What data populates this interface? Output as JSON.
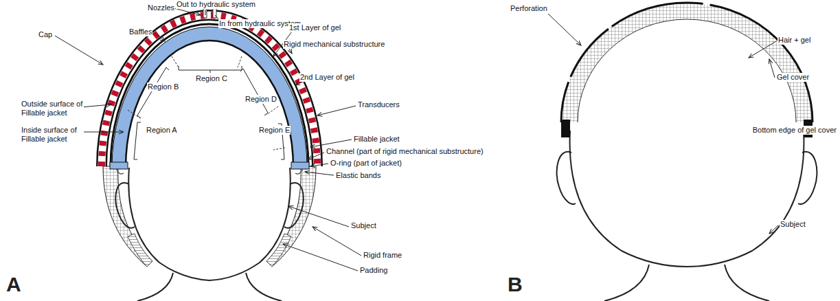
{
  "diagram": {
    "labels": [
      "Out to hydraulic system",
      "In from hydraulic system",
      "Nozzles",
      "Baffles",
      "Cap",
      "1st Layer of gel",
      "Rigid mechanical substructure",
      "2nd Layer of gel",
      "Outside surface of Fillable jacket",
      "Region C",
      "Region B",
      "Region D",
      "Inside surface of Fillable jacket",
      "Region A",
      "Transducers",
      "Region E",
      "Fillable jacket",
      "Channel (part of rigid mechanical substructure)",
      "O-ring (part of jacket)",
      "Elastic bands",
      "Subject",
      "Rigid frame",
      "Padding",
      "A",
      "Perforation",
      "Hair + gel",
      "Gel cover",
      "Bottom edge of gel cover",
      "Subject",
      "B"
    ]
  }
}
